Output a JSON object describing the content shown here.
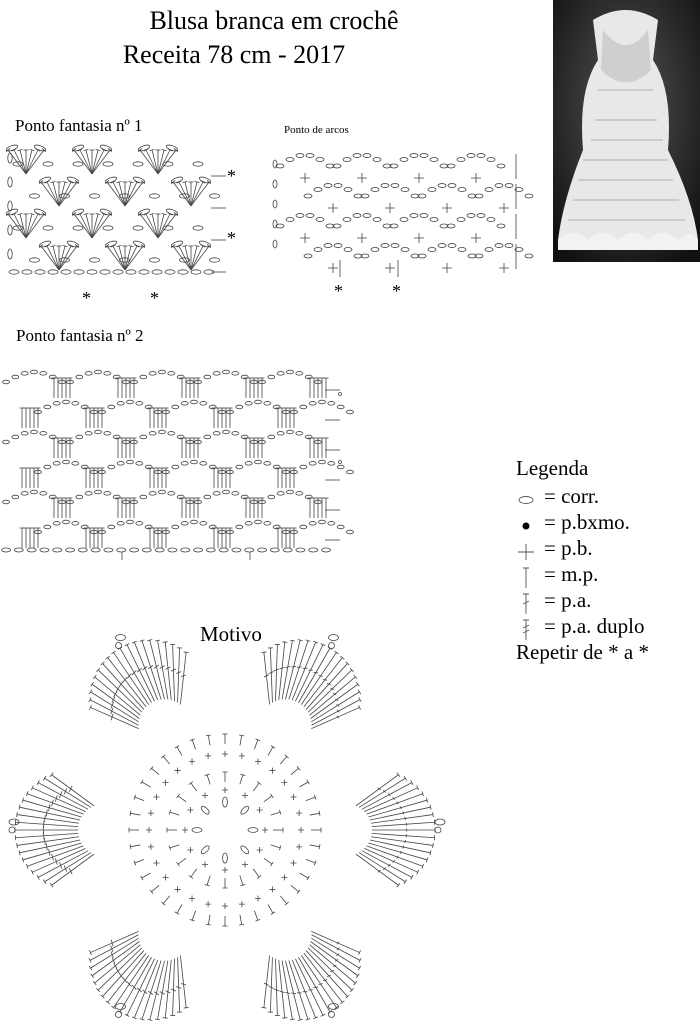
{
  "title_line1": "Blusa branca em crochê",
  "title_line2": "Receita  78 cm  - 2017",
  "labels": {
    "fantasia1": "Ponto fantasia nº 1",
    "arcos": "Ponto de arcos",
    "fantasia2": "Ponto fantasia nº 2",
    "motivo": "Motivo"
  },
  "star": "*",
  "legend": {
    "heading": "Legenda",
    "items": [
      {
        "icon": "chain-oval-icon",
        "text": "= corr."
      },
      {
        "icon": "dot-icon",
        "text": "= p.bxmo."
      },
      {
        "icon": "cross-icon",
        "text": "= p.b."
      },
      {
        "icon": "half-double-icon",
        "text": "= m.p."
      },
      {
        "icon": "double-crochet-icon",
        "text": "= p.a."
      },
      {
        "icon": "treble-crochet-icon",
        "text": "= p.a. duplo"
      }
    ],
    "repeat": "Repetir de * a *"
  }
}
